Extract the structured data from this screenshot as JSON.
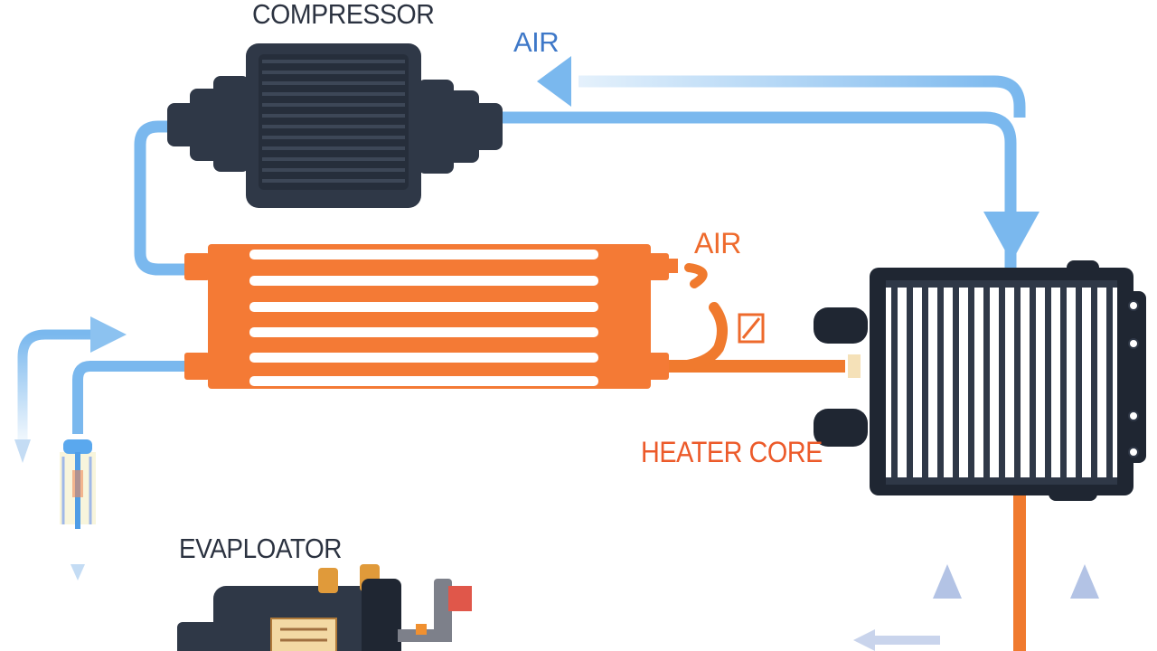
{
  "labels": {
    "compressor": "COMPRESSOR",
    "air_top": "AIR",
    "air_middle": "AIR",
    "heater_core": "HEATER CORE",
    "evaporator": "EVAPLOATOR"
  },
  "colors": {
    "cold_line": "#7ab8ee",
    "hot_line": "#f07a2e",
    "condenser": "#f47a35",
    "component_dark": "#2f3847",
    "component_darker": "#1f2632",
    "label_dark": "#2b3240",
    "label_blue": "#3e78c8",
    "label_orange": "#ee6a2c"
  }
}
